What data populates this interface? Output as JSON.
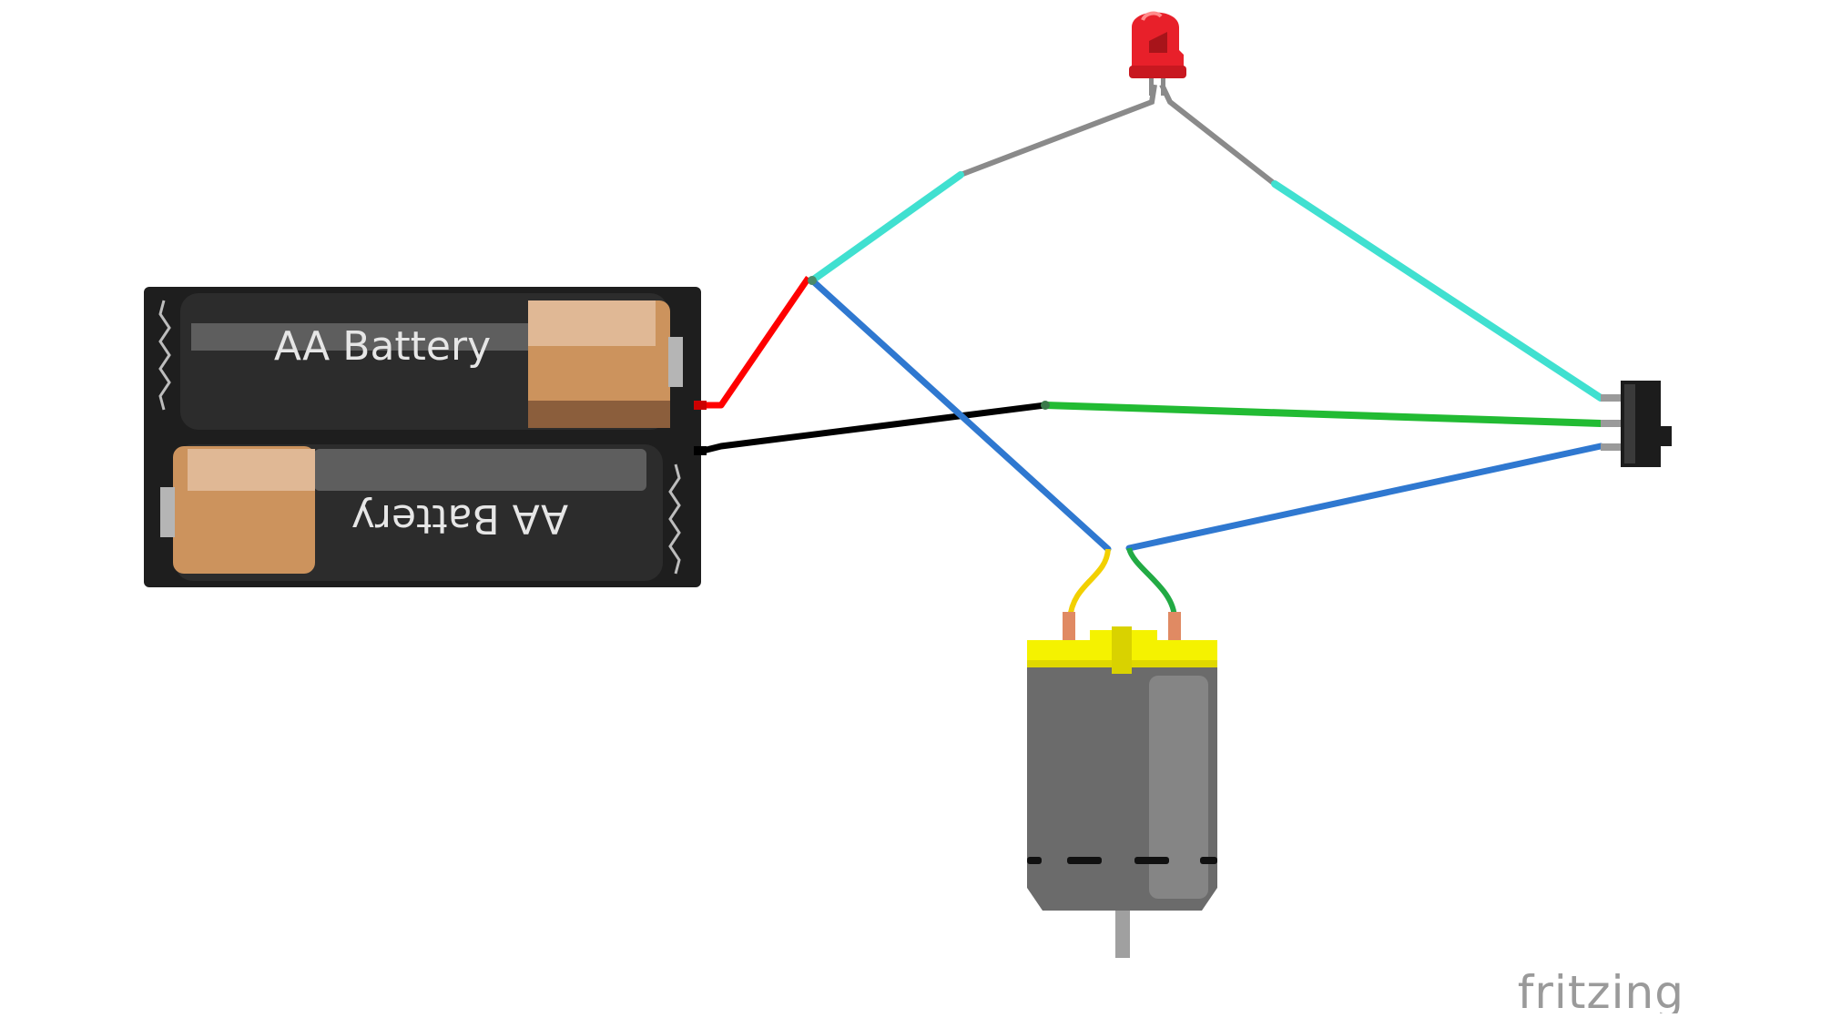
{
  "battery_pack": {
    "top_cell_label": "AA Battery",
    "bottom_cell_label": "AA Battery"
  },
  "components": {
    "battery_pack": "battery-2xAA-icon",
    "led": "red-led-icon",
    "switch": "slide-switch-icon",
    "motor": "dc-motor-icon"
  },
  "wire_colors": {
    "battery_positive": "#ff0000",
    "battery_negative": "#000000",
    "led_leg_left": "#40e0d0",
    "led_leg_right": "#40e0d0",
    "switch_middle": "#22bb33",
    "switch_bottom_to_motor": "#2f78d0",
    "junction_to_motor": "#2f78d0",
    "motor_lead_left": "#f2d000",
    "motor_lead_right": "#22aa44"
  },
  "colors": {
    "battery_body": "#1e1e1e",
    "cell_body": "#333333",
    "cell_copper": "#cc935d",
    "led_red": "#e8202a",
    "motor_body": "#6b6b6b",
    "motor_cap": "#f5f200",
    "terminal": "#e08a63"
  },
  "brand": "fritzing"
}
